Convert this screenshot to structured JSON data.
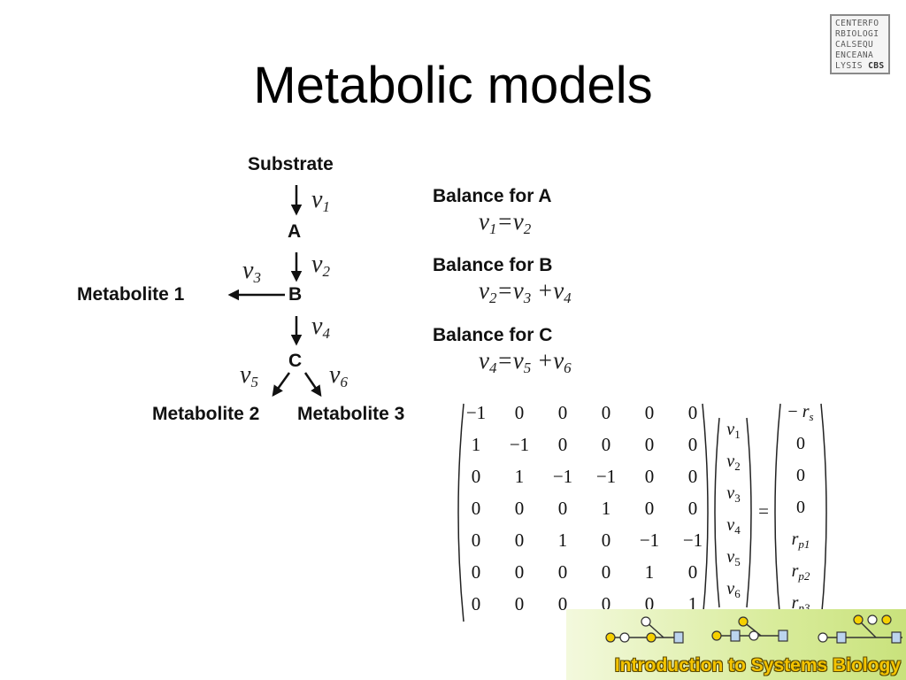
{
  "slide": {
    "title": "Metabolic models"
  },
  "logo": {
    "lines": [
      "CENTERFO",
      "RBIOLOGI",
      "CALSEQU",
      "ENCEANA",
      "LYSIS"
    ],
    "accent": "CBS"
  },
  "pathway": {
    "nodes": {
      "substrate": "Substrate",
      "a": "A",
      "b": "B",
      "c": "C",
      "metabolite1": "Metabolite 1",
      "metabolite2": "Metabolite 2",
      "metabolite3": "Metabolite 3"
    },
    "rates": {
      "v1": {
        "sym": "v",
        "sub": "1"
      },
      "v2": {
        "sym": "v",
        "sub": "2"
      },
      "v3": {
        "sym": "v",
        "sub": "3"
      },
      "v4": {
        "sym": "v",
        "sub": "4"
      },
      "v5": {
        "sym": "v",
        "sub": "5"
      },
      "v6": {
        "sym": "v",
        "sub": "6"
      }
    }
  },
  "balances": [
    {
      "heading": "Balance for A",
      "lhs": "v",
      "lhs_sub": "1",
      "rhs": [
        {
          "op": "=",
          "sym": "v",
          "sub": "2"
        }
      ]
    },
    {
      "heading": "Balance for B",
      "lhs": "v",
      "lhs_sub": "2",
      "rhs": [
        {
          "op": "=",
          "sym": "v",
          "sub": "3"
        },
        {
          "op": " +",
          "sym": "v",
          "sub": "4"
        }
      ]
    },
    {
      "heading": "Balance for C",
      "lhs": "v",
      "lhs_sub": "4",
      "rhs": [
        {
          "op": "=",
          "sym": "v",
          "sub": "5"
        },
        {
          "op": " +",
          "sym": "v",
          "sub": "6"
        }
      ]
    }
  ],
  "matrix": {
    "rows": [
      [
        "−1",
        "0",
        "0",
        "0",
        "0",
        "0"
      ],
      [
        "1",
        "−1",
        "0",
        "0",
        "0",
        "0"
      ],
      [
        "0",
        "1",
        "−1",
        "−1",
        "0",
        "0"
      ],
      [
        "0",
        "0",
        "0",
        "1",
        "0",
        "0"
      ],
      [
        "0",
        "0",
        "1",
        "0",
        "−1",
        "−1"
      ],
      [
        "0",
        "0",
        "0",
        "0",
        "1",
        "0"
      ],
      [
        "0",
        "0",
        "0",
        "0",
        "0",
        "1"
      ]
    ],
    "vector": [
      {
        "sym": "v",
        "sub": "1"
      },
      {
        "sym": "v",
        "sub": "2"
      },
      {
        "sym": "v",
        "sub": "3"
      },
      {
        "sym": "v",
        "sub": "4"
      },
      {
        "sym": "v",
        "sub": "5"
      },
      {
        "sym": "v",
        "sub": "6"
      }
    ],
    "equals": "=",
    "rhs": [
      {
        "pre": "− ",
        "sym": "r",
        "sub": "s"
      },
      {
        "pre": "",
        "sym": "0",
        "sub": ""
      },
      {
        "pre": "",
        "sym": "0",
        "sub": ""
      },
      {
        "pre": "",
        "sym": "0",
        "sub": ""
      },
      {
        "pre": "",
        "sym": "r",
        "sub": "p1"
      },
      {
        "pre": "",
        "sym": "r",
        "sub": "p2"
      },
      {
        "pre": "",
        "sym": "r",
        "sub": "p3"
      }
    ]
  },
  "footer": {
    "course": "Introduction to Systems Biology"
  }
}
